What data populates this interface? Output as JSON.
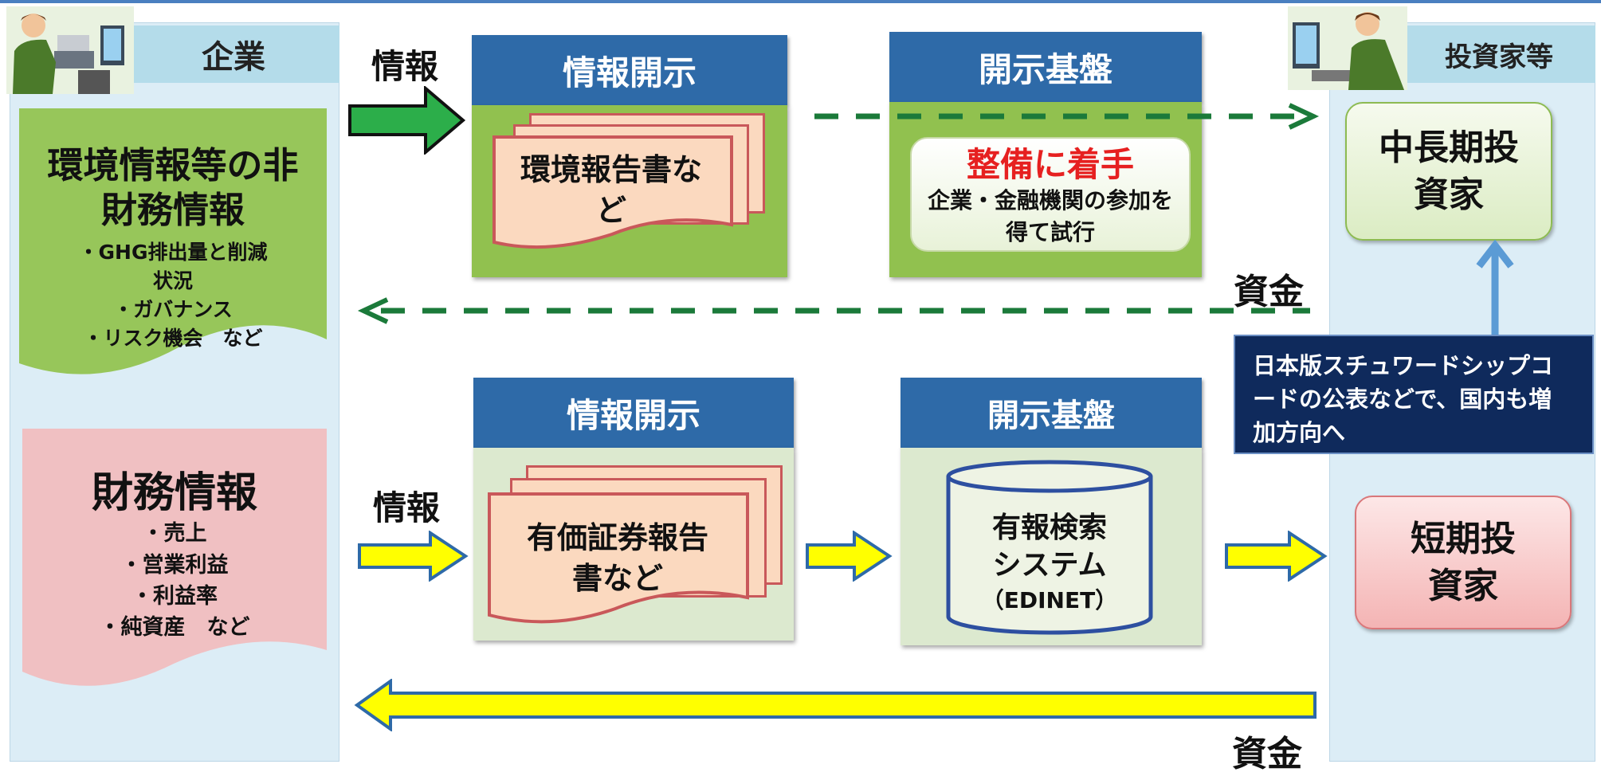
{
  "company": {
    "header": "企業",
    "nonfinancial": {
      "title": "環境情報等の非財務情報",
      "items": [
        "・GHG排出量と削減状況",
        "・ガバナンス",
        "・リスク機会　など"
      ]
    },
    "financial": {
      "title": "財務情報",
      "items": [
        "・売上",
        "・営業利益",
        "・利益率",
        "・純資産　など"
      ]
    }
  },
  "investors": {
    "header": "投資家等",
    "long_term": "中長期投資家",
    "short_term": "短期投資家"
  },
  "top_flow": {
    "info_label": "情報",
    "disclosure_title": "情報開示",
    "document": "環境報告書など",
    "platform_title": "開示基盤",
    "platform_status": "整備に着手",
    "platform_detail": "企業・金融機関の参加を得て試行",
    "funds_label": "資金"
  },
  "bottom_flow": {
    "info_label": "情報",
    "disclosure_title": "情報開示",
    "document": "有価証券報告書など",
    "platform_title": "開示基盤",
    "system_name": "有報検索システム",
    "system_abbr": "（EDINET）",
    "funds_label": "資金"
  },
  "notice": "日本版スチュワードシップコードの公表などで、国内も増加方向へ",
  "colors": {
    "accent_blue": "#2e6aa8",
    "green_box": "#91c14f",
    "dashed_arrow": "#1b7a3a",
    "yellow_arrow": "#ffff00",
    "status_red": "#e62020"
  }
}
